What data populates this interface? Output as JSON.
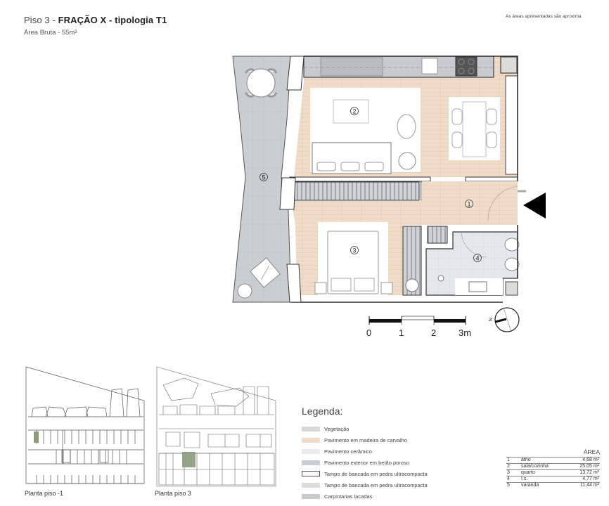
{
  "header": {
    "title_prefix": "Piso 3 - ",
    "title_bold": "FRAÇÃO X - tipologia T1",
    "subtitle": "Área Bruta - 55m²",
    "disclaimer": "As áreas apresentadas são aproxima"
  },
  "plan": {
    "room_markers": [
      "1",
      "2",
      "3",
      "4",
      "5"
    ],
    "entrance_marker": "entrance-arrow",
    "colors": {
      "wood_floor": "#f0dcc8",
      "ceramic_floor": "#e4e8ea",
      "exterior_concrete": "#c9ced3",
      "vegetation": "#d8d9d6",
      "lacquered_carpentry": "#c8cacd",
      "stone_counter": "#dcdcd9",
      "wall": "#333333",
      "cooktop": "#555555"
    }
  },
  "scale_bar": {
    "labels": [
      "0",
      "1",
      "2",
      "3m"
    ]
  },
  "north_arrow": {
    "label": "N"
  },
  "site_plans": [
    {
      "caption": "Planta piso -1",
      "highlight_color": "#8a9a7a"
    },
    {
      "caption": "Planta piso 3",
      "highlight_color": "#8a9a7a"
    }
  ],
  "legend": {
    "title": "Legenda:",
    "items": [
      {
        "label": "Vegetação",
        "color": "#d8d9d6",
        "border": ""
      },
      {
        "label": "Pavimento em madeira de carvalho",
        "color": "#f0dcc8",
        "border": ""
      },
      {
        "label": "Pavimento cerâmico",
        "color": "#e8ecee",
        "border": ""
      },
      {
        "label": "Pavimento exterior em betão poroso",
        "color": "#c9ced3",
        "border": ""
      },
      {
        "label": "Tampo de bancada em pedra ultracompacta",
        "color": "#f8f8f6",
        "border": "#555555"
      },
      {
        "label": "Tampo de bancada em pedra ultracompacta",
        "color": "#dcdcd9",
        "border": ""
      },
      {
        "label": "Carpintarias lacadas",
        "color": "#c8cacd",
        "border": ""
      }
    ]
  },
  "area_table": {
    "header": "ÁREA",
    "rows": [
      {
        "n": "1",
        "name": "átrio",
        "area": "4,68 m²"
      },
      {
        "n": "2",
        "name": "sala/cozinha",
        "area": "25,05 m²"
      },
      {
        "n": "3",
        "name": "quarto",
        "area": "13,72 m²"
      },
      {
        "n": "4",
        "name": "I.s.",
        "area": "4,77 m²"
      },
      {
        "n": "5",
        "name": "varanda",
        "area": "11,44 m²"
      }
    ]
  }
}
